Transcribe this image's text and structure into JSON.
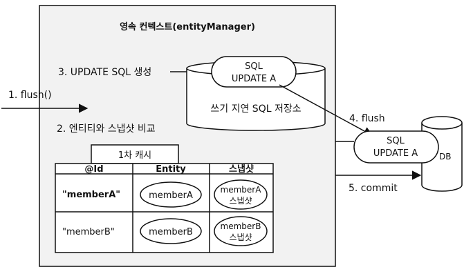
{
  "context": {
    "title": "영속 컨텍스트(entityManager)"
  },
  "steps": {
    "flush_call": "1. flush()",
    "compare": "2. 엔티티와 스냅샷 비교",
    "update_sql": "3. UPDATE SQL 생성",
    "flush": "4. flush",
    "commit": "5. commit"
  },
  "sql_store": {
    "label": "쓰기 지연 SQL 저장소",
    "sql_line1": "SQL",
    "sql_line2": "UPDATE A"
  },
  "cache": {
    "title": "1차 캐시",
    "headers": [
      "@Id",
      "Entity",
      "스냅샷"
    ],
    "rows": [
      {
        "id": "\"memberA\"",
        "entity": "memberA",
        "snapshot_line1": "memberA",
        "snapshot_line2": "스냅샷"
      },
      {
        "id": "\"memberB\"",
        "entity": "memberB",
        "snapshot_line1": "memberB",
        "snapshot_line2": "스냅샷"
      }
    ]
  },
  "db": {
    "label": "DB",
    "sql_line1": "SQL",
    "sql_line2": "UPDATE A"
  }
}
